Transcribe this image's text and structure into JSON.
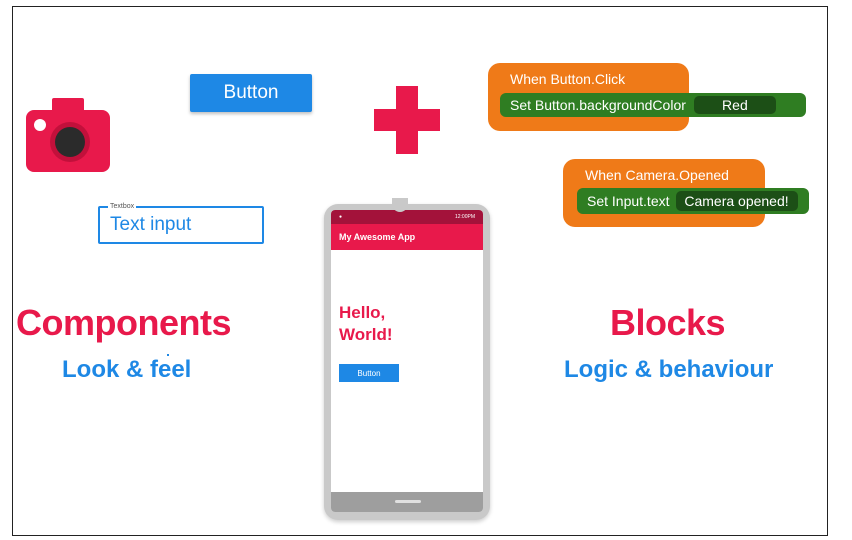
{
  "components": {
    "button_label": "Button",
    "textbox_label": "Textbox",
    "textbox_value": "Text input",
    "icons": [
      "camera-icon",
      "plus-icon"
    ]
  },
  "left_heading": {
    "title": "Components",
    "subtitle": "Look & feel"
  },
  "right_heading": {
    "title": "Blocks",
    "subtitle": "Logic & behaviour"
  },
  "blocks": [
    {
      "event": "When Button.Click",
      "action": "Set Button.backgroundColor",
      "value": "Red"
    },
    {
      "event": "When Camera.Opened",
      "action": "Set Input.text",
      "value": "Camera opened!"
    }
  ],
  "phone": {
    "status_dot": "●",
    "time": "12:00PM",
    "app_title": "My Awesome App",
    "hello_text": "Hello, World!",
    "button_label": "Button"
  },
  "colors": {
    "accent_red": "#e8194b",
    "accent_blue": "#1e88e5",
    "block_orange": "#ef7a18",
    "block_green": "#2f7d22"
  }
}
